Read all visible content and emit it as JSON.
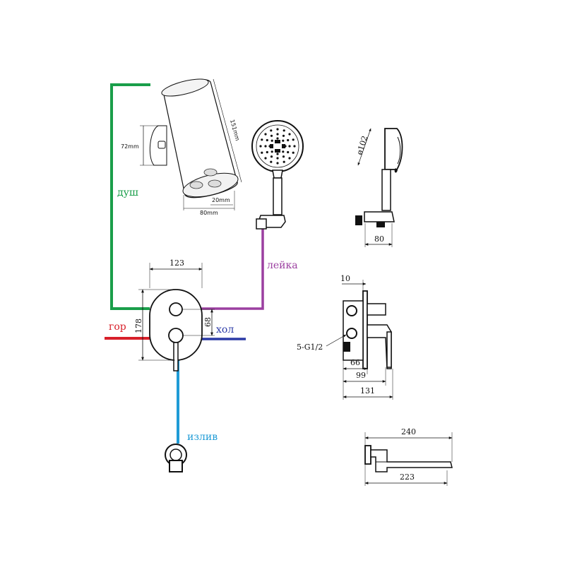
{
  "colors": {
    "dush": "#1a9e4a",
    "leika": "#9b3fa0",
    "gor": "#d8202a",
    "hol": "#2b3aa6",
    "izliv": "#1f9bd6"
  },
  "labels": {
    "dush": "душ",
    "leika": "лейка",
    "gor": "гор",
    "hol": "хол",
    "izliv": "излив"
  },
  "showerhead": {
    "dim_height": "72mm",
    "dim_length": "151mm",
    "dim_outlet": "20mm",
    "dim_width": "80mm"
  },
  "handshower_side": {
    "dim_diameter": "ø102",
    "dim_base": "80"
  },
  "mixer_front": {
    "dim_width": "123",
    "dim_height": "178",
    "dim_hole_spacing": "68"
  },
  "mixer_side": {
    "dim_plate": "10",
    "thread_label": "5-G1/2",
    "dim_66": "66",
    "dim_99": "99",
    "dim_131": "131"
  },
  "spout": {
    "dim_total": "240",
    "dim_reach": "223"
  }
}
